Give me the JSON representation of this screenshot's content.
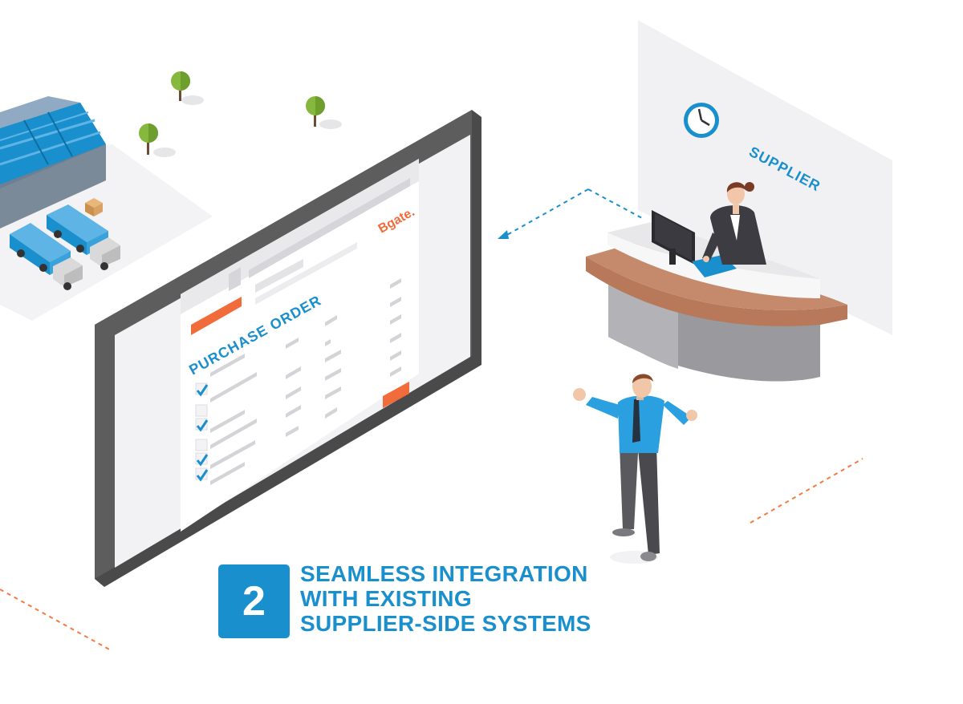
{
  "screen": {
    "brand": "Bgate.",
    "document_title": "PURCHASE ORDER"
  },
  "supplier": {
    "wall_label": "SUPPLIER"
  },
  "caption": {
    "step_number": "2",
    "lines": [
      "SEAMLESS INTEGRATION",
      "WITH EXISTING",
      "SUPPLIER-SIDE SYSTEMS"
    ]
  },
  "icons": {
    "clock": "clock-icon",
    "checkmark": "checkmark-icon"
  },
  "colors": {
    "accent_blue": "#1a8fcd",
    "brand_orange": "#f26b3a",
    "monitor_frame": "#5a5a5a",
    "desk_top": "#c48a6b",
    "desk_base": "#9c9c9c",
    "dashed_orange": "#f47a42",
    "dashed_blue": "#1a8fcd"
  }
}
